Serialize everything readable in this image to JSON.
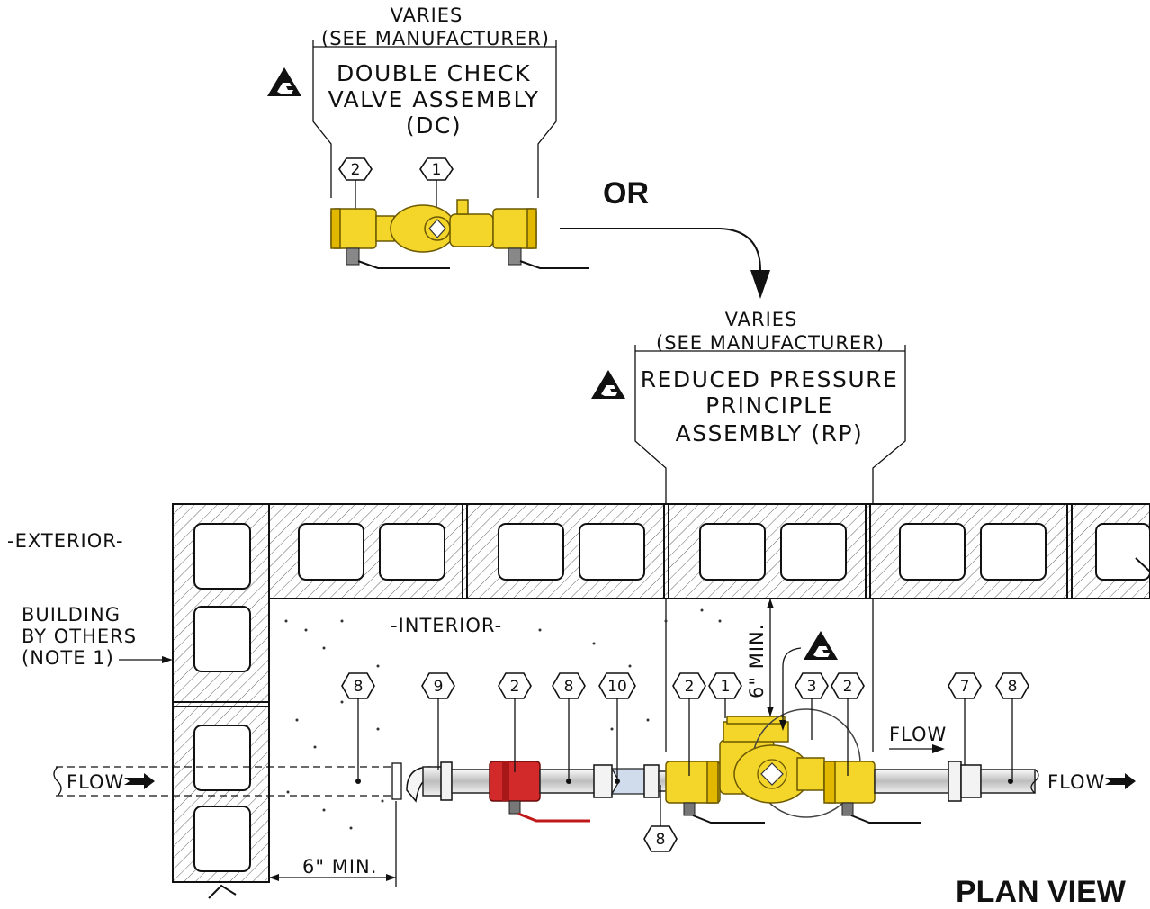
{
  "top_assembly": {
    "varies": "VARIES",
    "see_manufacturer": "(SEE MANUFACTURER)",
    "title_line1": "DOUBLE CHECK",
    "title_line2": "VALVE ASSEMBLY",
    "title_line3": "(DC)",
    "callouts": [
      "2",
      "1"
    ]
  },
  "or_label": "OR",
  "rp_assembly": {
    "varies": "VARIES",
    "see_manufacturer": "(SEE MANUFACTURER)",
    "title_line1": "REDUCED PRESSURE",
    "title_line2": "PRINCIPLE",
    "title_line3": "ASSEMBLY (RP)"
  },
  "labels": {
    "exterior": "-EXTERIOR-",
    "interior": "-INTERIOR-",
    "building_line1": "BUILDING",
    "building_line2": "BY OTHERS",
    "building_line3": "(NOTE 1)",
    "flow_in": "FLOW",
    "flow_mid": "FLOW",
    "flow_out": "FLOW",
    "six_min_bottom": "6\" MIN.",
    "six_min_vertical": "6\" MIN.",
    "plan_view": "PLAN VIEW"
  },
  "callouts_main": [
    "8",
    "9",
    "2",
    "8",
    "10",
    "2",
    "1",
    "3",
    "2",
    "7",
    "8"
  ],
  "callout_below": "8",
  "colors": {
    "brass": "#f4d52a",
    "red_valve": "#d22a2a",
    "hatch": "#555555",
    "ink": "#111111"
  }
}
